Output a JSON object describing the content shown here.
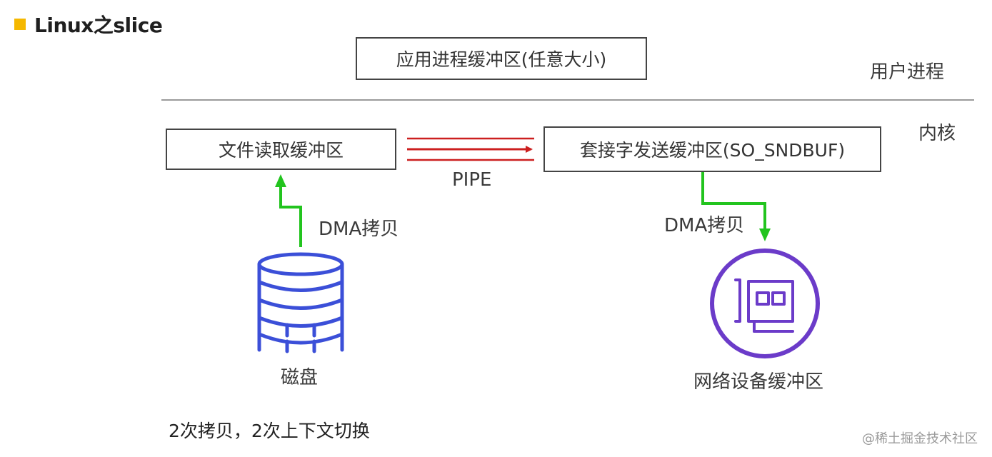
{
  "header": {
    "title": "Linux之slice",
    "accent_color": "#f5b800"
  },
  "diagram": {
    "app_buffer_label": "应用进程缓冲区(任意大小)",
    "user_process_label": "用户进程",
    "kernel_label": "内核",
    "file_read_buffer_label": "文件读取缓冲区",
    "pipe_label": "PIPE",
    "socket_send_buffer_label": "套接字发送缓冲区(SO_SNDBUF)",
    "dma_copy_left_label": "DMA拷贝",
    "dma_copy_right_label": "DMA拷贝",
    "disk_label": "磁盘",
    "disk_icon": "database-disk-icon",
    "nic_label": "网络设备缓冲区",
    "nic_icon": "network-card-icon",
    "colors": {
      "pipe_arrow": "#cc1f1f",
      "dma_arrow": "#22c41e",
      "disk_icon": "#3b4fd8",
      "nic_icon": "#6b3bc9"
    }
  },
  "footer": {
    "summary": "2次拷贝，2次上下文切换"
  },
  "watermark": {
    "text": "@稀土掘金技术社区"
  }
}
